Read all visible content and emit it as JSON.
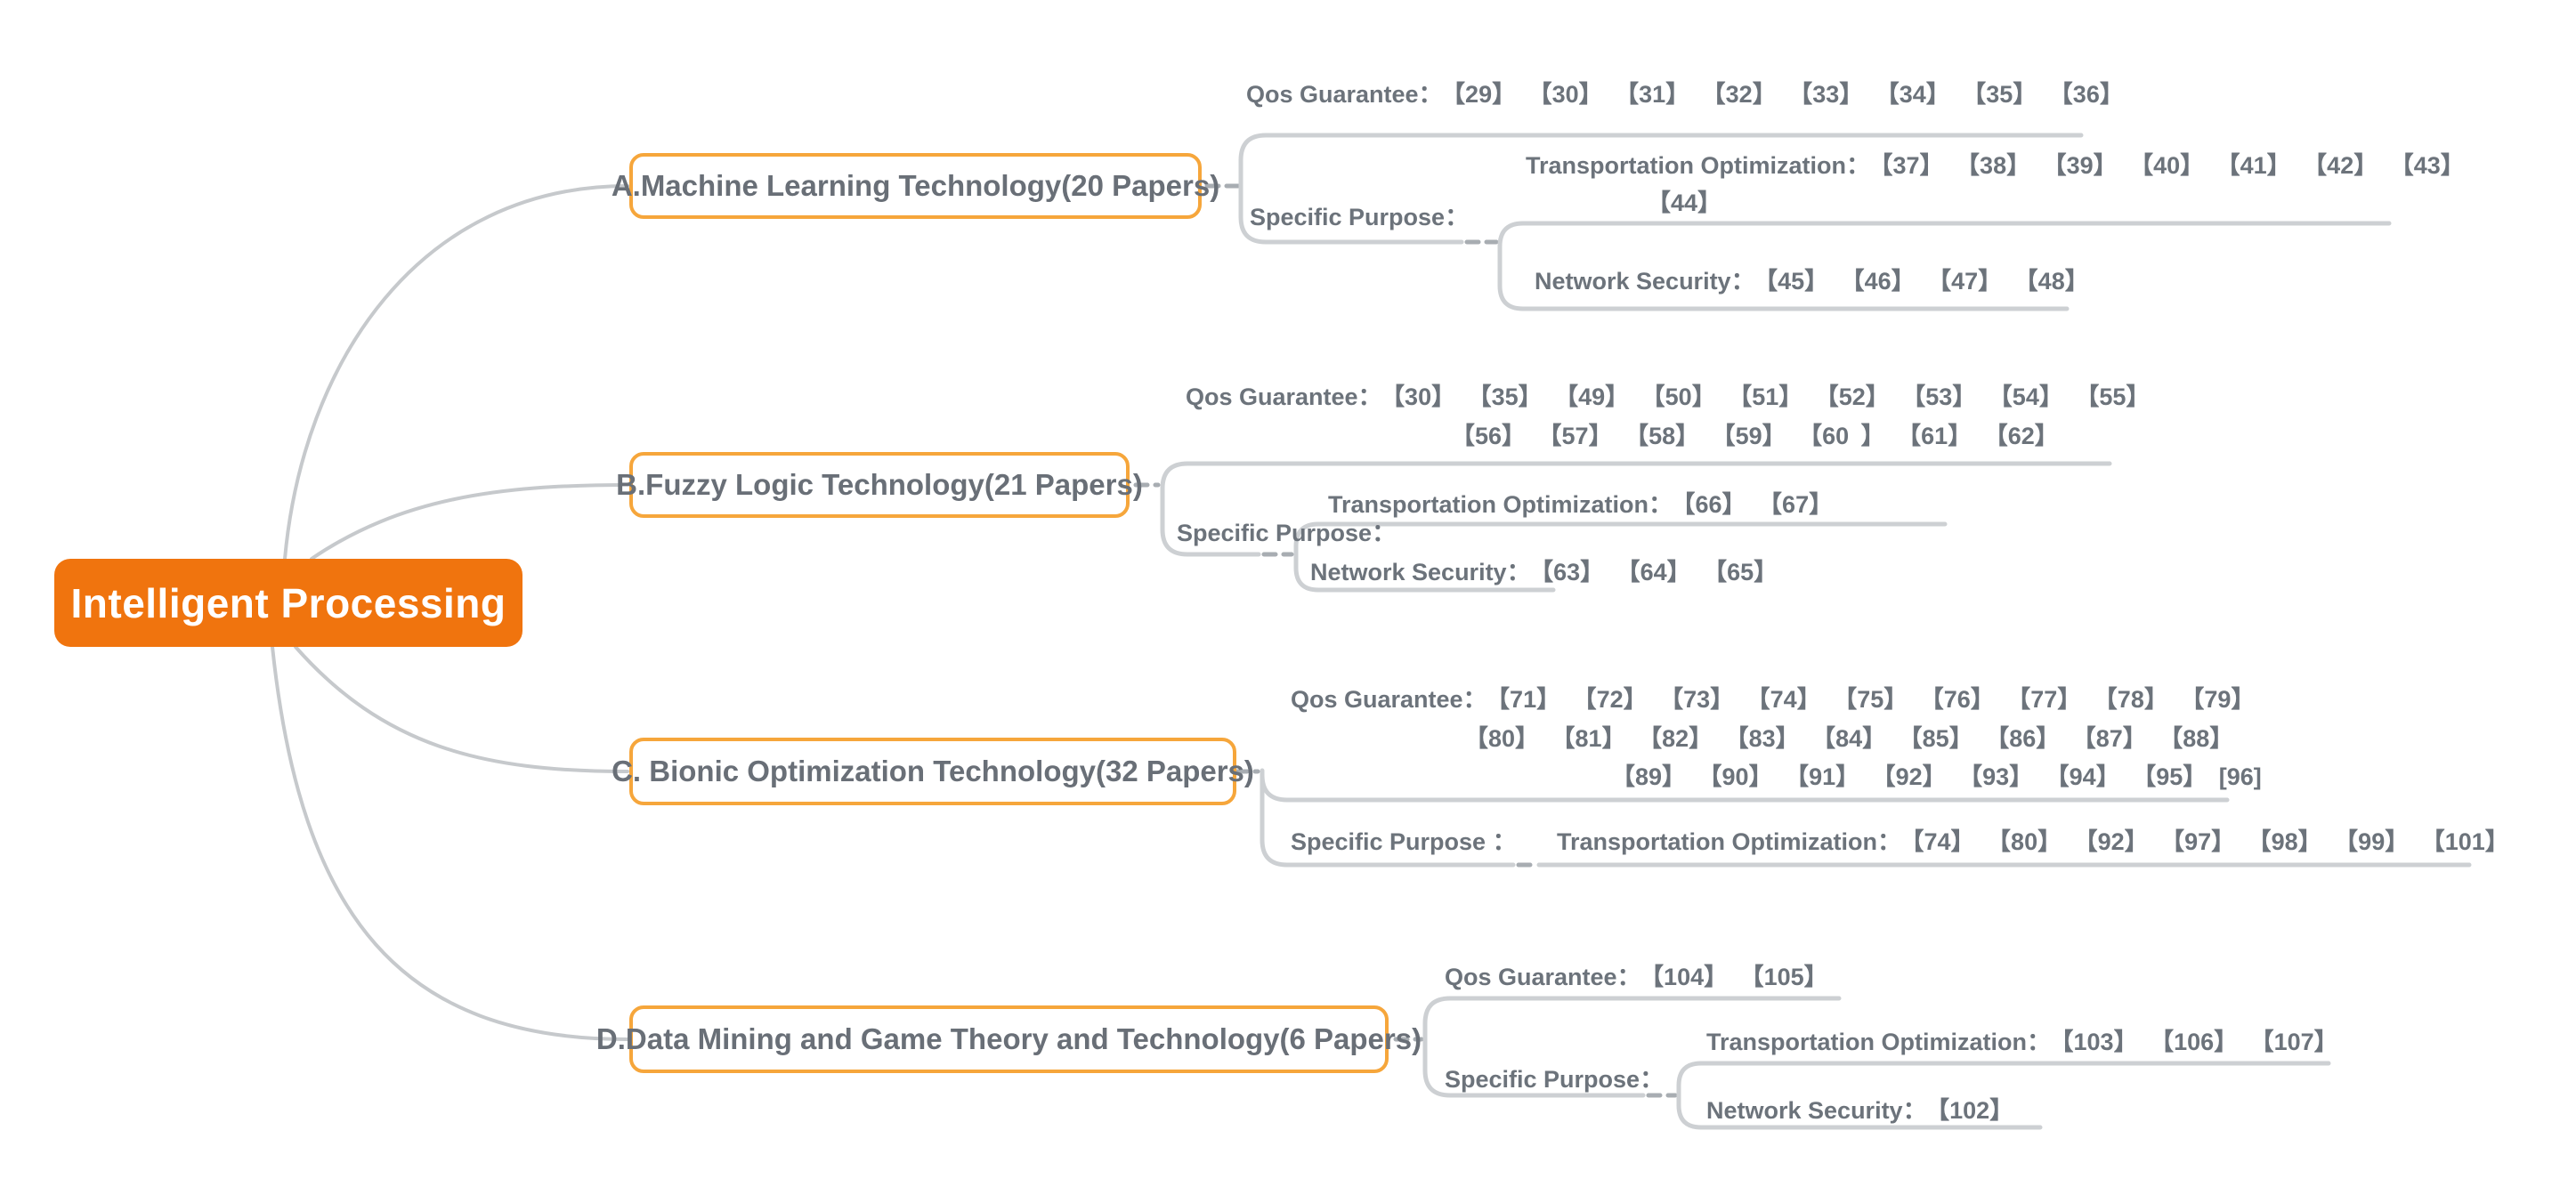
{
  "root": {
    "label": "Intelligent Processing"
  },
  "colors": {
    "root_fill": "#F0740E",
    "branch_border": "#F6A63B",
    "text_gray": "#6C737B",
    "wire_gray": "#CDD0D3",
    "curve_gray": "#C6C9CC"
  },
  "labels": {
    "qos": "Qos Guarantee：",
    "qos_d": "Qos  Guarantee：",
    "specific": "Specific Purpose：",
    "specific_c": "Specific Purpose ：",
    "transportation": "Transportation Optimization：",
    "network": "Network Security："
  },
  "branches": [
    {
      "id": "A",
      "label": "A.Machine Learning Technology(20 Papers)",
      "qos": {
        "lines": [
          "【29】 【30】 【31】 【32】 【33】 【34】 【35】 【36】"
        ]
      },
      "transportation": {
        "lines": [
          "【37】 【38】 【39】 【40】 【41】 【42】 【43】",
          "【44】"
        ]
      },
      "network": {
        "lines": [
          "【45】 【46】 【47】 【48】"
        ]
      }
    },
    {
      "id": "B",
      "label": "B.Fuzzy Logic Technology(21 Papers)",
      "qos": {
        "lines": [
          "【30】 【35】 【49】 【50】 【51】 【52】 【53】 【54】 【55】",
          "【56】 【57】 【58】 【59】 【60 】 【61】 【62】"
        ]
      },
      "transportation": {
        "lines": [
          "【66】 【67】"
        ]
      },
      "network": {
        "lines": [
          "【63】 【64】 【65】"
        ]
      }
    },
    {
      "id": "C",
      "label": "C. Bionic Optimization Technology(32 Papers)",
      "qos": {
        "lines": [
          "【71】 【72】 【73】 【74】 【75】 【76】 【77】 【78】 【79】",
          "【80】 【81】 【82】 【83】 【84】 【85】 【86】 【87】 【88】",
          "【89】 【90】 【91】 【92】 【93】 【94】 【95】 [96]"
        ]
      },
      "transportation": {
        "lines": [
          "【74】 【80】 【92】 【97】 【98】 【99】 【101】"
        ]
      }
    },
    {
      "id": "D",
      "label": "D.Data Mining and Game Theory and Technology(6 Papers)",
      "qos": {
        "lines": [
          "【104】 【105】"
        ]
      },
      "transportation": {
        "lines": [
          "【103】 【106】 【107】"
        ]
      },
      "network": {
        "lines": [
          "【102】"
        ]
      }
    }
  ]
}
